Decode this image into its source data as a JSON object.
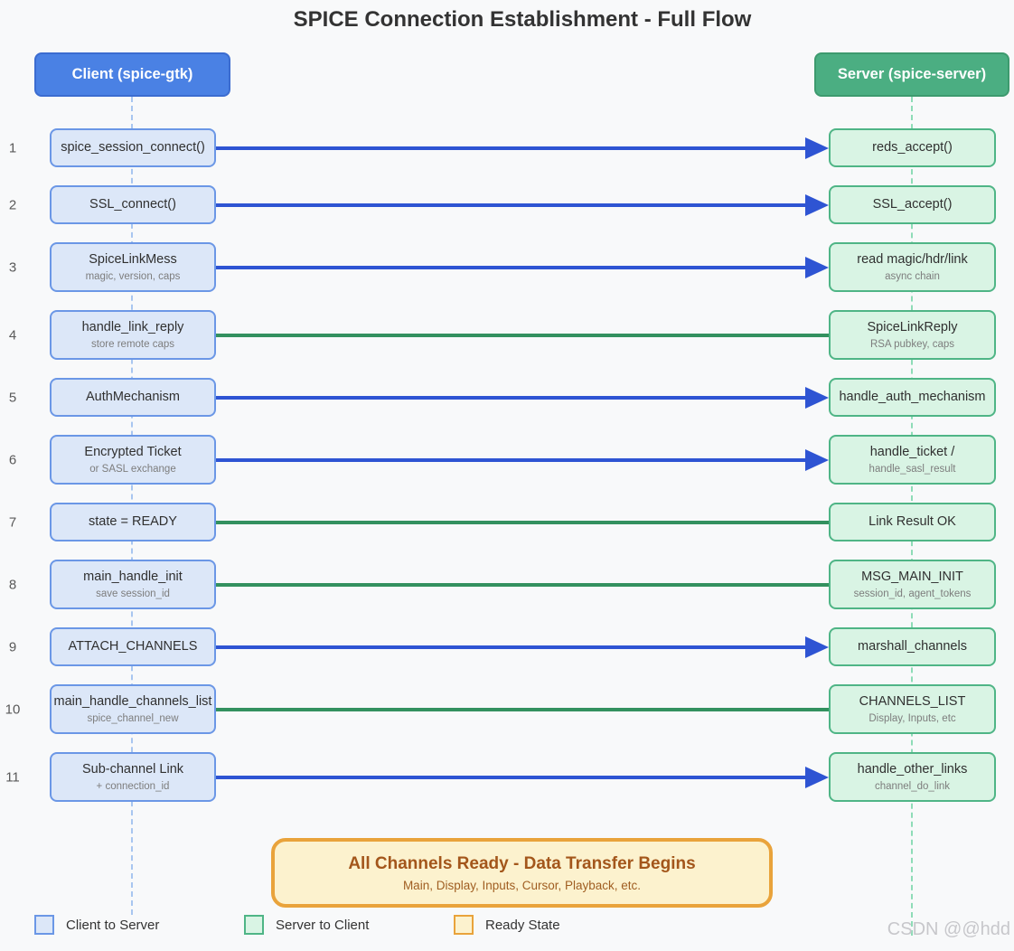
{
  "title": "SPICE Connection Establishment - Full Flow",
  "actors": {
    "client": "Client (spice-gtk)",
    "server": "Server (spice-server)"
  },
  "colors": {
    "client-header-fill": "#4a81e4",
    "client-header-border": "#3b6cd0",
    "server-header-fill": "#4bae82",
    "server-header-border": "#3d9a6e",
    "client-box-fill": "#dce7f8",
    "client-box-border": "#6b97e6",
    "server-box-fill": "#d9f4e4",
    "server-box-border": "#4fb586",
    "c2s": "#2e54d3",
    "s2c": "#33915f",
    "client-lifeline": "#a8c6f0",
    "server-lifeline": "#8edcb7",
    "ready-fill": "#fcf2ce",
    "ready-border": "#e9a33b",
    "ready-text": "#a3561b"
  },
  "rows": [
    {
      "num": "1",
      "direction": "client-to-server",
      "client": {
        "label": "spice_session_connect()",
        "sublabel": ""
      },
      "server": {
        "label": "reds_accept()",
        "sublabel": ""
      }
    },
    {
      "num": "2",
      "direction": "client-to-server",
      "client": {
        "label": "SSL_connect()",
        "sublabel": ""
      },
      "server": {
        "label": "SSL_accept()",
        "sublabel": ""
      }
    },
    {
      "num": "3",
      "direction": "client-to-server",
      "client": {
        "label": "SpiceLinkMess",
        "sublabel": "magic, version, caps"
      },
      "server": {
        "label": "read magic/hdr/link",
        "sublabel": "async chain"
      }
    },
    {
      "num": "4",
      "direction": "server-to-client",
      "client": {
        "label": "handle_link_reply",
        "sublabel": "store remote caps"
      },
      "server": {
        "label": "SpiceLinkReply",
        "sublabel": "RSA pubkey, caps"
      }
    },
    {
      "num": "5",
      "direction": "client-to-server",
      "client": {
        "label": "AuthMechanism",
        "sublabel": ""
      },
      "server": {
        "label": "handle_auth_mechanism",
        "sublabel": ""
      }
    },
    {
      "num": "6",
      "direction": "client-to-server",
      "client": {
        "label": "Encrypted Ticket",
        "sublabel": "or SASL exchange"
      },
      "server": {
        "label": "handle_ticket /",
        "sublabel": "handle_sasl_result"
      }
    },
    {
      "num": "7",
      "direction": "server-to-client",
      "client": {
        "label": "state = READY",
        "sublabel": ""
      },
      "server": {
        "label": "Link Result OK",
        "sublabel": ""
      }
    },
    {
      "num": "8",
      "direction": "server-to-client",
      "client": {
        "label": "main_handle_init",
        "sublabel": "save session_id"
      },
      "server": {
        "label": "MSG_MAIN_INIT",
        "sublabel": "session_id, agent_tokens"
      }
    },
    {
      "num": "9",
      "direction": "client-to-server",
      "client": {
        "label": "ATTACH_CHANNELS",
        "sublabel": ""
      },
      "server": {
        "label": "marshall_channels",
        "sublabel": ""
      }
    },
    {
      "num": "10",
      "direction": "server-to-client",
      "client": {
        "label": "main_handle_channels_list",
        "sublabel": "spice_channel_new"
      },
      "server": {
        "label": "CHANNELS_LIST",
        "sublabel": "Display, Inputs, etc"
      }
    },
    {
      "num": "11",
      "direction": "client-to-server",
      "client": {
        "label": "Sub-channel Link",
        "sublabel": "+ connection_id"
      },
      "server": {
        "label": "handle_other_links",
        "sublabel": "channel_do_link"
      }
    }
  ],
  "ready_state": {
    "title": "All Channels Ready - Data Transfer Begins",
    "subtitle": "Main, Display, Inputs, Cursor, Playback, etc."
  },
  "legend": [
    {
      "label": "Client to Server",
      "kind": "client"
    },
    {
      "label": "Server to Client",
      "kind": "server"
    },
    {
      "label": "Ready State",
      "kind": "ready"
    }
  ],
  "watermark": "CSDN @@hdd"
}
